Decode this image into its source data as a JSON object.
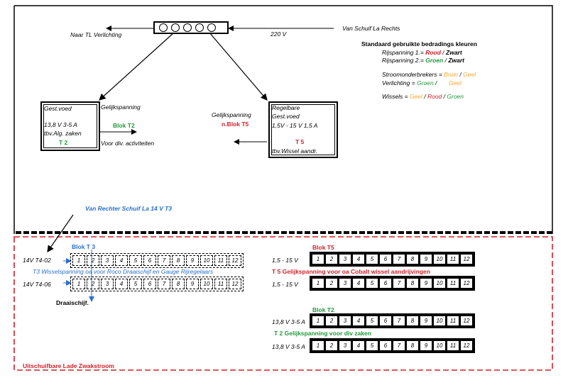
{
  "top_labels": {
    "naar_tl": "Naar TL Verlichting",
    "v220": "220 V",
    "van_schuif": "Van Schuif La  Rechts"
  },
  "legend": {
    "title": "Standaard gebruikte bedradings kleuren",
    "rij1_prefix": "Rijspanning 1.= ",
    "rij1_c1": "Rood",
    "rij1_sep": " / ",
    "rij1_c2": "Zwart",
    "rij2_prefix": "Rijspanning 2.= ",
    "rij2_c1": "Groen",
    "rij2_sep": " / ",
    "rij2_c2": "Zwart",
    "stroom_prefix": "Stroomonderbrekers = ",
    "stroom_c1": "Bruin",
    "stroom_sep": " / ",
    "stroom_c2": "Geel",
    "verl_prefix": "Verlichting = ",
    "verl_c1": "Groen",
    "verl_sep": " /       ",
    "verl_c2": "Geel",
    "wissel_prefix": "Wissels = ",
    "wissel_c1": "Geel",
    "wissel_sep1": " / ",
    "wissel_c2": "Rood",
    "wissel_sep2": " / ",
    "wissel_c3": "Groen"
  },
  "left_psu": {
    "line1": "Gest.voed",
    "line2": "13,8 V  3-5 A",
    "line3": "tbv.Alg. zaken",
    "id": "T 2",
    "side_label": "Gelijkspanning",
    "blok": "Blok T2",
    "activiteiten": "Voor div. activiteiten"
  },
  "right_psu": {
    "line1": "Regelbare",
    "line2": "Gest.voed",
    "line3": "1,5V - 15 V  1,5 A",
    "id": "T 5",
    "line4": "tbv.Wissel aandr.",
    "side_label": "Gelijkspanning",
    "blok": "n.Blok T5"
  },
  "van_rechter": "Van  Rechter Schuif La 14 V  T3",
  "drawer": {
    "title": "Uitschuifbare Lade Zwakstroom",
    "blok_t3": "Blok T 3",
    "row1_label": "14V T4-02",
    "row2_label": "14V T4-06",
    "t3_desc": "T3  Wisselspanning oa voor Roco Draaischijf en Gauge  Rijregelaars",
    "draaischijf": "Draaischijf.",
    "blok_t5": "Blok T5",
    "t5_row1_label": "1,5 - 15 V",
    "t5_desc": "T 5  Gelijkspanning  voor oa Cobalt wissel aandrijvingen",
    "t5_row2_label": "1,5 - 15 V",
    "blok_t2": "Blok T2",
    "t2_row1_label": "13,8 V  3-5 A",
    "t2_desc": "T 2  Gelijkspanning  voor div zaken",
    "t2_row2_label": "13,8 V  3-5 A",
    "terminals": [
      "1",
      "2",
      "3",
      "4",
      "5",
      "6",
      "7",
      "8",
      "9",
      "10",
      "11",
      "12"
    ]
  },
  "colors": {
    "red": "#d0202a",
    "green": "#1f9a3a",
    "blue": "#2a6fd0",
    "orange": "#f0a830"
  }
}
